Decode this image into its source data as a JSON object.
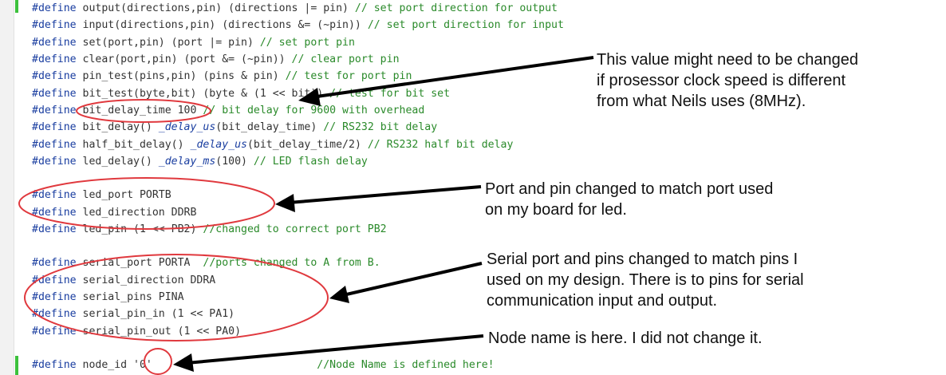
{
  "code_lines": [
    {
      "kw": "#define",
      "rest": " output(directions,pin) (directions |= pin) ",
      "comment": "// set port direction for output"
    },
    {
      "kw": "#define",
      "rest": " input(directions,pin) (directions &= (~pin)) ",
      "comment": "// set port direction for input"
    },
    {
      "kw": "#define",
      "rest": " set(port,pin) (port |= pin) ",
      "comment": "// set port pin"
    },
    {
      "kw": "#define",
      "rest": " clear(port,pin) (port &= (~pin)) ",
      "comment": "// clear port pin"
    },
    {
      "kw": "#define",
      "rest": " pin_test(pins,pin) (pins & pin) ",
      "comment": "// test for port pin"
    },
    {
      "kw": "#define",
      "rest": " bit_test(byte,bit) (byte & (1 << bit)) ",
      "comment": "// test for bit set"
    },
    {
      "kw": "#define",
      "rest": " bit_delay_time 100 ",
      "comment": "// bit delay for 9600 with overhead"
    },
    {
      "kw": "#define",
      "rest": " bit_delay() ",
      "italic": "_delay_us",
      "rest2": "(bit_delay_time) ",
      "comment": "// RS232 bit delay"
    },
    {
      "kw": "#define",
      "rest": " half_bit_delay() ",
      "italic": "_delay_us",
      "rest2": "(bit_delay_time/2) ",
      "comment": "// RS232 half bit delay"
    },
    {
      "kw": "#define",
      "rest": " led_delay() ",
      "italic": "_delay_ms",
      "rest2": "(100) ",
      "comment": "// LED flash delay"
    },
    {
      "kw": "#define",
      "rest": " led_port PORTB",
      "comment": ""
    },
    {
      "kw": "#define",
      "rest": " led_direction DDRB",
      "comment": ""
    },
    {
      "kw": "#define",
      "rest": " led_pin (1 << PB2) ",
      "comment": "//changed to correct port PB2"
    },
    {
      "kw": "#define",
      "rest": " serial_port PORTA  ",
      "comment": "//ports changed to A from B."
    },
    {
      "kw": "#define",
      "rest": " serial_direction DDRA",
      "comment": ""
    },
    {
      "kw": "#define",
      "rest": " serial_pins PINA",
      "comment": ""
    },
    {
      "kw": "#define",
      "rest": " serial_pin_in (1 << PA1)",
      "comment": ""
    },
    {
      "kw": "#define",
      "rest": " serial_pin_out (1 << PA0)",
      "comment": ""
    },
    {
      "kw": "#define",
      "rest": " node_id '0'                          ",
      "comment": "//Node Name is defined here!"
    }
  ],
  "annotations": {
    "clock": [
      "This value might need to be changed",
      "if prosessor clock speed is different",
      "from what Neils uses (8MHz)."
    ],
    "led": [
      "Port and pin changed to match port used",
      "on my board for led."
    ],
    "serial": [
      "Serial port and pins changed to match pins I",
      "used on my design. There is to pins for serial",
      "communication input and output."
    ],
    "node": [
      "Node name is here. I did not change it."
    ]
  },
  "colors": {
    "keyword": "#1a3ea0",
    "comment": "#2a8a2a",
    "circle": "#e0393e",
    "change_bar": "#3cc13c"
  }
}
